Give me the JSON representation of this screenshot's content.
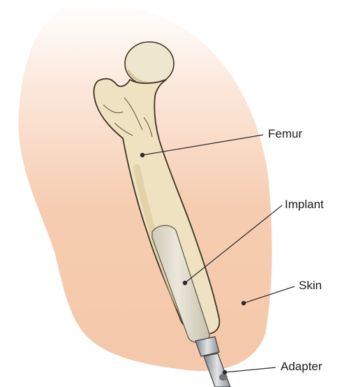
{
  "labels": {
    "femur": "Femur",
    "implant": "Implant",
    "skin": "Skin",
    "adapter": "Adapter"
  },
  "colors": {
    "skin": "#f6cdb1",
    "skin_highlight": "#ffffff",
    "bone": "#efe2c0",
    "bone_shadow": "#d7c497",
    "bone_outline": "#3b3322",
    "implant": "#dedacd",
    "adapter": "#b8bcc0",
    "leader_line": "#2a2a2a"
  }
}
